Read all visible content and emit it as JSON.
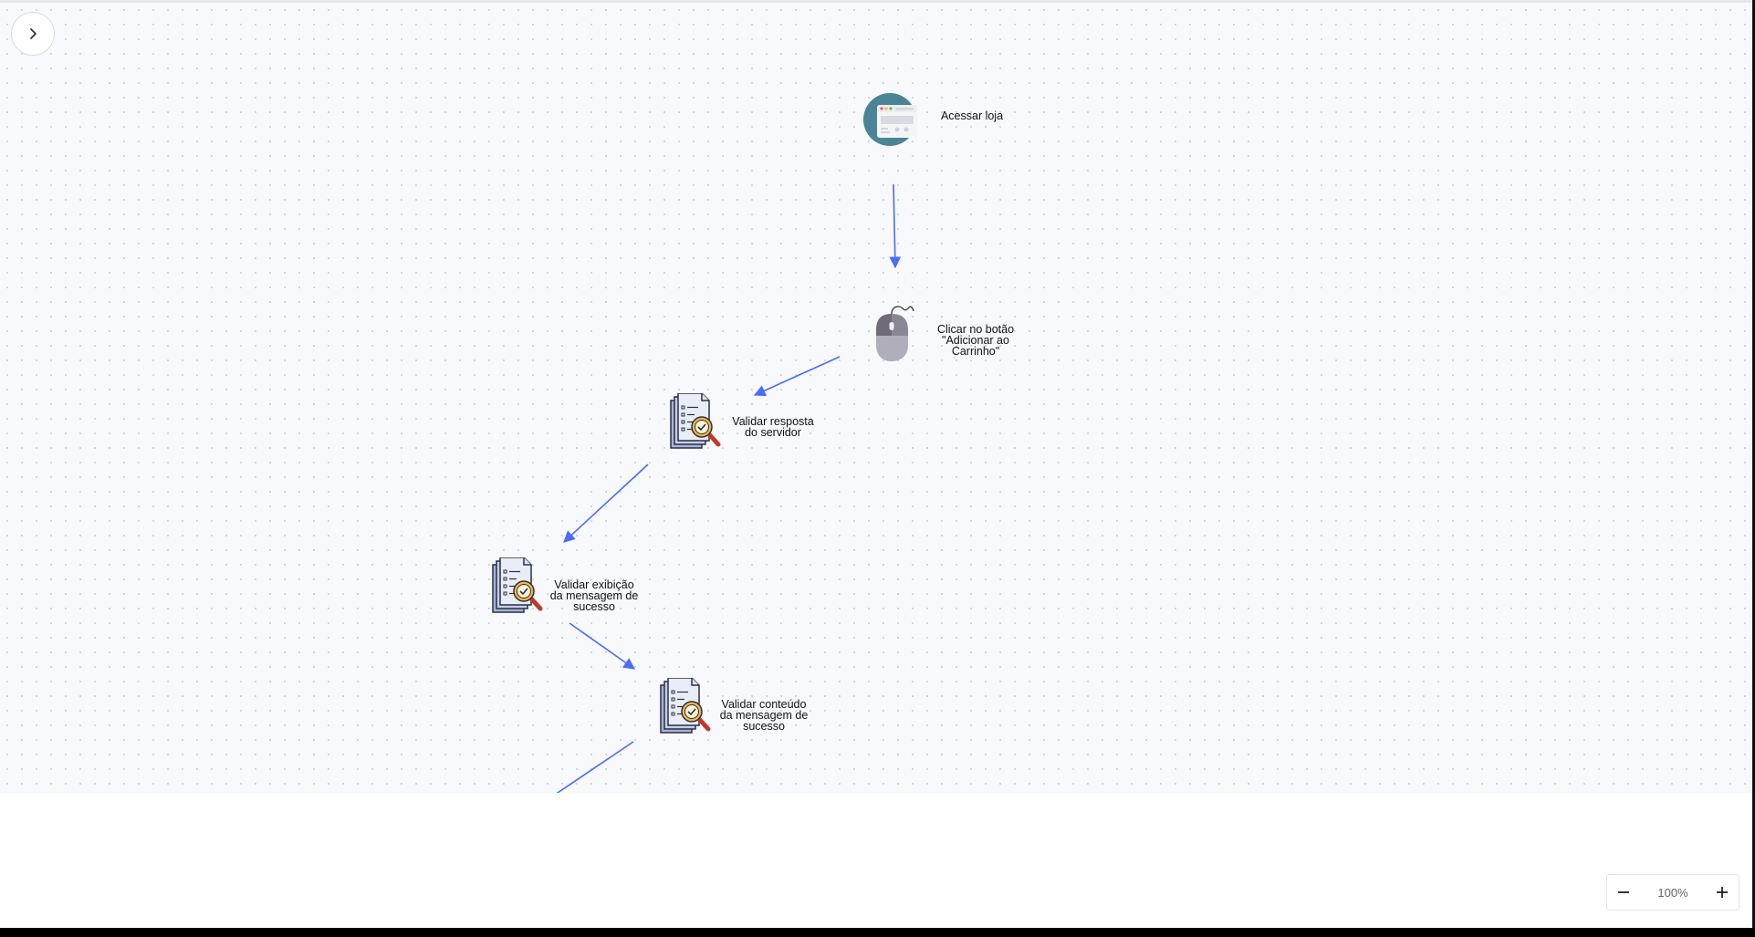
{
  "colors": {
    "edge": "#4a6cf7",
    "canvas_bg": "#f8f9fc",
    "dot": "#cfd4df"
  },
  "sidebar_toggle": {
    "icon": "chevron-right-icon"
  },
  "zoom": {
    "value": "100%",
    "out_icon": "minus-icon",
    "in_icon": "plus-icon"
  },
  "nodes": [
    {
      "id": "acessar-loja",
      "icon": "browser-window-icon",
      "label": "Acessar loja"
    },
    {
      "id": "clicar-botao",
      "icon": "computer-mouse-icon",
      "label": "Clicar no botão\n\"Adicionar ao\nCarrinho\""
    },
    {
      "id": "validar-resposta",
      "icon": "document-check-magnifier-icon",
      "label": "Validar resposta\ndo servidor"
    },
    {
      "id": "validar-exibicao",
      "icon": "document-check-magnifier-icon",
      "label": "Validar exibição\nda mensagem de\nsucesso"
    },
    {
      "id": "validar-conteudo",
      "icon": "document-check-magnifier-icon",
      "label": "Validar conteúdo\nda mensagem de\nsucesso"
    }
  ]
}
